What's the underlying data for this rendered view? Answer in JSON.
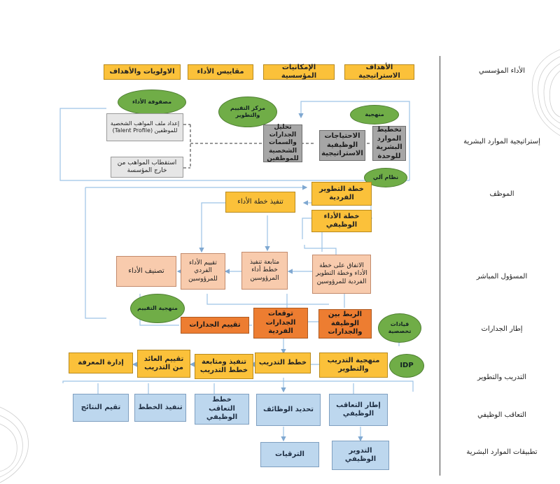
{
  "rows": {
    "r1": "الأداء المؤسسي",
    "r2": "إستراتيجية الموارد البشرية",
    "r3": "الموظف",
    "r4": "المسؤول المباشر",
    "r5": "إطار الجدارات",
    "r6": "التدريب والتطوير",
    "r7": "التعاقب الوظيفي",
    "r8": "تطبيقات الموارد البشرية"
  },
  "top": {
    "b1": "الأهداف الاستراتيجية",
    "b2": "الإمكانيات المؤسسية",
    "b3": "مقاييس الأداء",
    "b4": "الاولويات والأهداف"
  },
  "strategy": {
    "planning": "تخطيط الموارد البشرية للوحدة",
    "needs": "الاحتياجات الوظيفية الاستراتيجية",
    "analysis": "تحليل الجدارات والسمات الشخصية للموظفين",
    "profile": "إعداد ملف المواهب الشخصية للموظفين (Talent Profile)",
    "attract": "استقطاب المواهب من خارج المؤسسة"
  },
  "ovals": {
    "matrix": "مصفوفة الأداء",
    "center": "مركز التقييم والتطوير",
    "method": "منهجية",
    "system": "نظام آلي",
    "eval_method": "منهجية التقييم",
    "leadership": "قيادات تخصصية",
    "idp": "IDP"
  },
  "employee": {
    "idp_plan": "خطة التطوير الفردية",
    "job_perf": "خطة الأداء الوظيفي",
    "exec_plan": "تنفيذ خطة الأداء"
  },
  "manager": {
    "agree": "الاتفاق على خطة الأداء وخطة التطوير الفردية للمرؤوسين",
    "follow": "متابعة تنفيذ خطط أداء المرؤوسين",
    "evaluate": "تقييم الأداء الفردي للمرؤوسين",
    "classify": "تصنيف الأداء"
  },
  "competency": {
    "link": "الربط بين الوظيفة والجدارات",
    "expect": "توقعات الجدارات الفردية",
    "assess": "تقييم الجدارات"
  },
  "training": {
    "method": "منهجية التدريب والتطوير",
    "plans": "خطط التدريب",
    "exec": "تنفيذ ومتابعة خطط التدريب",
    "roi": "تقييم العائد من التدريب",
    "km": "إدارة المعرفة"
  },
  "succession": {
    "framework": "إطار التعاقب الوظيفي",
    "define": "تحديد الوظائف",
    "plans": "خطط التعاقب الوظيفي",
    "exec": "تنفيذ الخطط",
    "results": "تقيم النتائج"
  },
  "apps": {
    "rotation": "التدوير الوظيفي",
    "promotions": "الترقيات"
  },
  "colors": {
    "yellow": "#fbc13a",
    "peach": "#f8cbad",
    "orange": "#ed7d31",
    "gray": "#a6a6a6",
    "blue": "#bdd7ee",
    "green": "#70ad47",
    "line": "#9dc3e6"
  }
}
